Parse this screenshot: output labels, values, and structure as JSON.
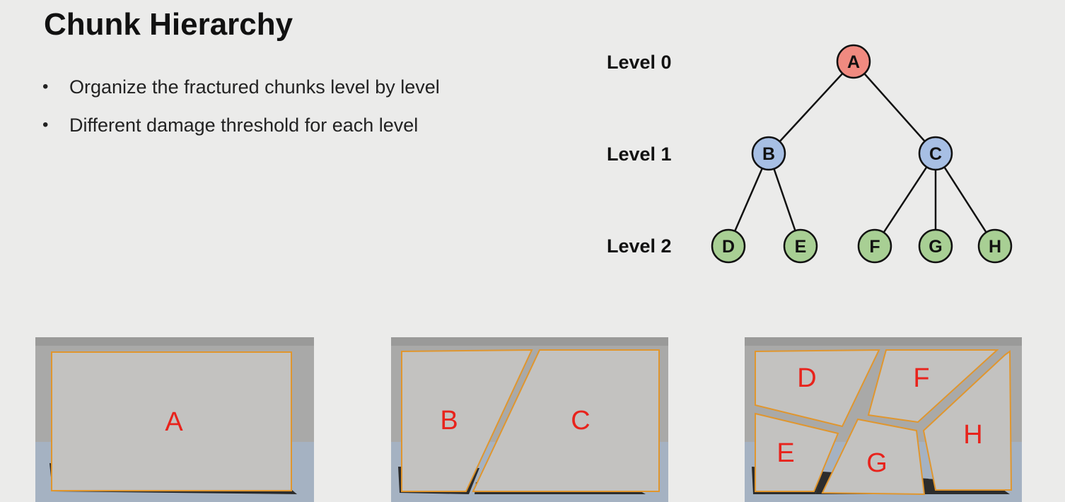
{
  "slide": {
    "title": "Chunk Hierarchy",
    "bullets": [
      "Organize the fractured chunks level by level",
      "Different damage threshold for each level"
    ]
  },
  "tree": {
    "levels": [
      "Level 0",
      "Level 1",
      "Level 2"
    ],
    "nodes": [
      {
        "id": "A",
        "level": 0,
        "color": "#f08a80"
      },
      {
        "id": "B",
        "level": 1,
        "color": "#a7bfe4"
      },
      {
        "id": "C",
        "level": 1,
        "color": "#a7bfe4"
      },
      {
        "id": "D",
        "level": 2,
        "color": "#a8cf94"
      },
      {
        "id": "E",
        "level": 2,
        "color": "#a8cf94"
      },
      {
        "id": "F",
        "level": 2,
        "color": "#a8cf94"
      },
      {
        "id": "G",
        "level": 2,
        "color": "#a8cf94"
      },
      {
        "id": "H",
        "level": 2,
        "color": "#a8cf94"
      }
    ],
    "edges": [
      [
        "A",
        "B"
      ],
      [
        "A",
        "C"
      ],
      [
        "B",
        "D"
      ],
      [
        "B",
        "E"
      ],
      [
        "C",
        "F"
      ],
      [
        "C",
        "G"
      ],
      [
        "C",
        "H"
      ]
    ]
  },
  "panels": [
    {
      "chunks": [
        "A"
      ]
    },
    {
      "chunks": [
        "B",
        "C"
      ]
    },
    {
      "chunks": [
        "D",
        "F",
        "E",
        "G",
        "H"
      ]
    }
  ],
  "colors": {
    "chunk_label": "#e8231c",
    "chunk_fill": "#c3c2c0",
    "chunk_edge": "#e0962e"
  }
}
